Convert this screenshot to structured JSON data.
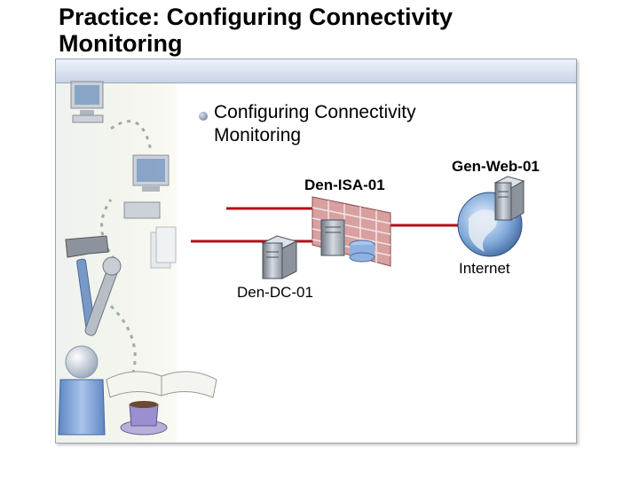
{
  "slide": {
    "title_line1": "Practice: Configuring Connectivity",
    "title_line2": "Monitoring",
    "bullet_line1": "Configuring Connectivity",
    "bullet_line2": "Monitoring"
  },
  "diagram": {
    "den_isa": "Den-ISA-01",
    "gen_web": "Gen-Web-01",
    "internet": "Internet",
    "den_dc": "Den-DC-01"
  },
  "colors": {
    "network_line": "#b0101a",
    "firewall_brick": "#d9a0a0",
    "frame_border": "#9aa4b4"
  }
}
